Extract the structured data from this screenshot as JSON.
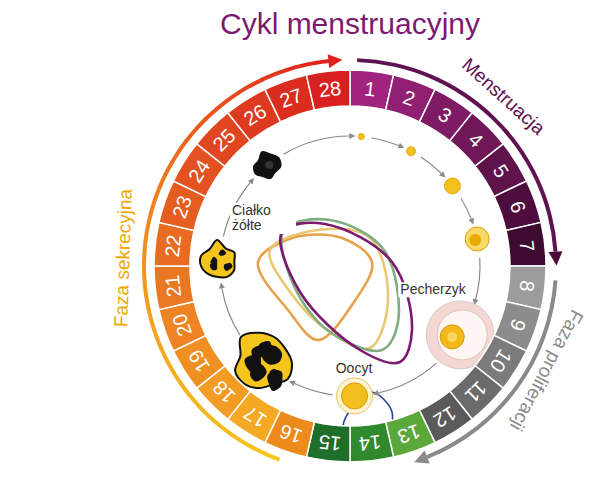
{
  "diagram": {
    "title": "Cykl menstruacyjny",
    "nodes": [
      {
        "text": [
          "1"
        ]
      },
      {
        "text": [
          "2"
        ]
      },
      {
        "text": [
          "3"
        ]
      },
      {
        "text": [
          "4"
        ]
      },
      {
        "text": [
          "5"
        ]
      },
      {
        "text": [
          "6"
        ]
      },
      {
        "text": [
          "7"
        ]
      },
      {
        "text": [
          "8"
        ]
      },
      {
        "text": [
          "9"
        ]
      },
      {
        "text": [
          "10"
        ]
      },
      {
        "text": [
          "11"
        ]
      },
      {
        "text": [
          "12"
        ]
      },
      {
        "text": [
          "13"
        ]
      },
      {
        "text": [
          "14"
        ]
      },
      {
        "text": [
          "15"
        ]
      },
      {
        "text": [
          "16"
        ]
      },
      {
        "text": [
          "17"
        ]
      },
      {
        "text": [
          "18"
        ]
      },
      {
        "text": [
          "19"
        ]
      },
      {
        "text": [
          "20"
        ]
      },
      {
        "text": [
          "21"
        ]
      },
      {
        "text": [
          "22"
        ]
      },
      {
        "text": [
          "23"
        ]
      },
      {
        "text": [
          "24"
        ]
      },
      {
        "text": [
          "25"
        ]
      },
      {
        "text": [
          "26"
        ]
      },
      {
        "text": [
          "27"
        ]
      },
      {
        "text": [
          "28"
        ]
      }
    ],
    "labels": [
      "Menstruacja",
      "Faza proliferacji",
      "Faza sekrecyjna",
      "Ciałko żółte",
      "Pecherzyk",
      "Oocyt"
    ]
  }
}
